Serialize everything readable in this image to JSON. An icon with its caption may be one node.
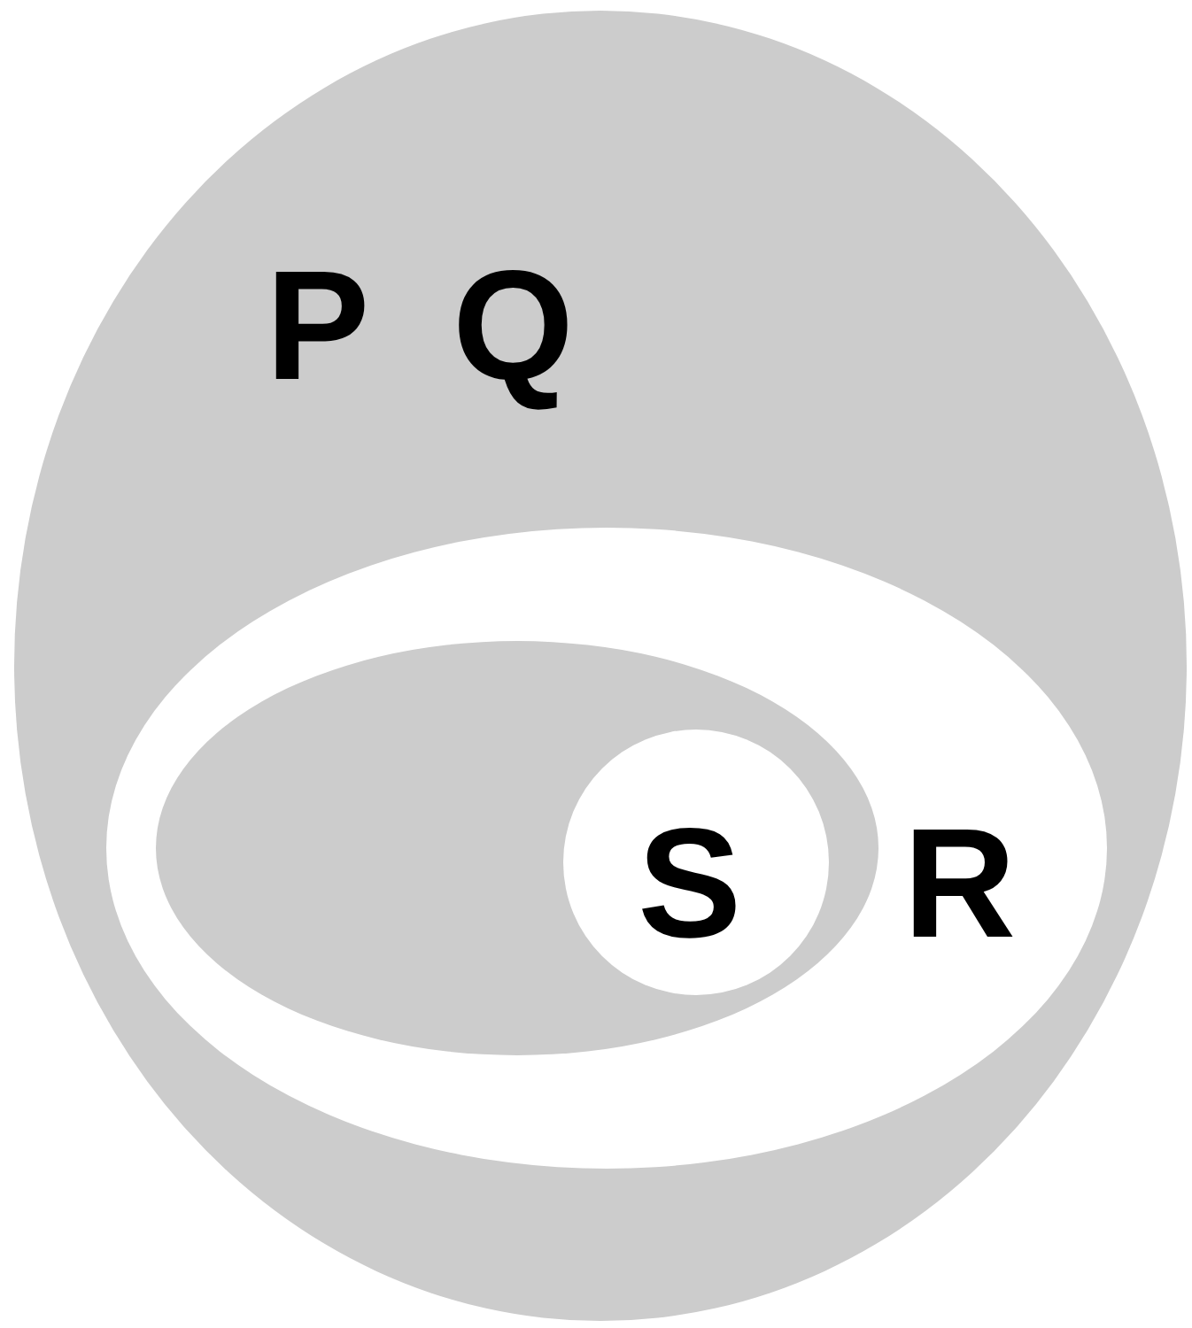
{
  "diagram": {
    "nodes": [
      {
        "text": [
          "P Q"
        ]
      },
      {
        "text": [
          "R"
        ],
        "in": 0
      },
      {
        "text": [],
        "shape": "ellipse",
        "in": 1
      },
      {
        "text": [
          "S"
        ],
        "in": 2
      }
    ]
  }
}
